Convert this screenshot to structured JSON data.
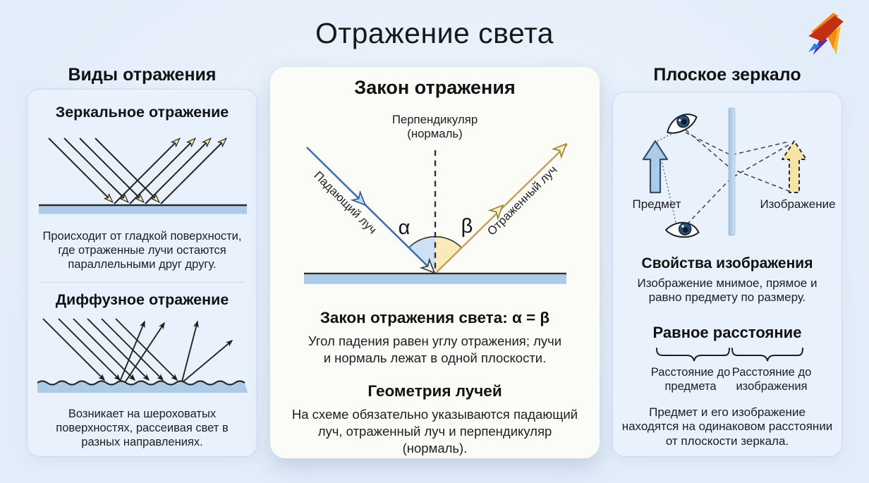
{
  "page": {
    "title": "Отражение света"
  },
  "left_panel": {
    "header": "Виды отражения",
    "specular": {
      "title": "Зеркальное отражение",
      "description": "Происходит от гладкой поверхности, где отраженные лучи остаются параллельными друг другу."
    },
    "diffuse": {
      "title": "Диффузное отражение",
      "description": "Возникает на шероховатых поверхностях, рассеивая свет в разных направлениях."
    }
  },
  "center_panel": {
    "title": "Закон отражения",
    "diagram": {
      "normal_label_line1": "Перпендикуляр",
      "normal_label_line2": "(нормаль)",
      "incident_ray_label": "Падающий луч",
      "reflected_ray_label": "Отраженный луч",
      "alpha": "α",
      "beta": "β"
    },
    "law": {
      "title": "Закон отражения света: α = β",
      "description": "Угол падения равен углу отражения; лучи и нормаль лежат в одной плоскости."
    },
    "geometry": {
      "title": "Геометрия лучей",
      "description": "На схеме обязательно указываются падающий луч, отраженный луч и перпендикуляр (нормаль)."
    }
  },
  "right_panel": {
    "header": "Плоское зеркало",
    "diagram": {
      "object_label": "Предмет",
      "image_label": "Изображение"
    },
    "properties": {
      "title": "Свойства изображения",
      "description": "Изображение мнимое, прямое и равно предмету по размеру."
    },
    "distance": {
      "title": "Равное расстояние",
      "left_label": "Расстояние до предмета",
      "right_label": "Расстояние до изображения",
      "description": "Предмет и его изображение находятся на одинаковом расстоянии от плоскости зеркала."
    }
  },
  "colors": {
    "page_bg": "#e3edf9",
    "page_bg_light": "#eff5fd",
    "card_bg": "#e9f1fc",
    "card_border": "#c6d9ee",
    "panel_bg": "#fbfbf8",
    "ink": "#16181b",
    "ray_dark": "#24261d",
    "cream": "#f9edc8",
    "ray_blue": "#3f70ae",
    "ray_blue_light": "#bad5f0",
    "ray_gold": "#c2a052",
    "gold_light": "#faeec5",
    "arc_blue": "#cde0f4",
    "arc_gold": "#f9e9bb",
    "surface_blue": "#abcbe9",
    "mirror_blue": "#9cc0e4",
    "mirror_blue_light": "#cfe3f5",
    "object_fill": "#a9cbec",
    "object_stroke": "#3a4f66",
    "image_fill": "#f7e3a5",
    "eye_iris": "#2e4f74",
    "eye_pupil": "#101c2a"
  }
}
